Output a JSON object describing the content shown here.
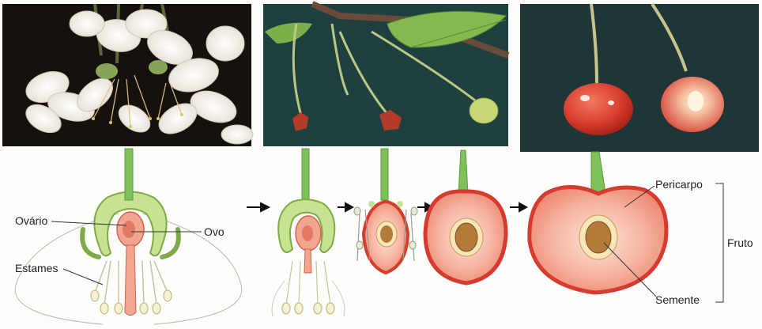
{
  "labels": {
    "ovario": "Ovário",
    "ovo": "Ovo",
    "estames": "Estames",
    "pericarpo": "Pericarpo",
    "semente": "Semente",
    "fruto": "Fruto"
  },
  "colors": {
    "photo_bg_dark": "#1a1410",
    "photo_bg_teal": "#213e3f",
    "stem_green": "#7ec05a",
    "flower_green": "#c7e391",
    "ovary_pink": "#f2a68f",
    "fruit_red": "#e2453a",
    "fruit_flesh": "#f7b9a6",
    "seed_brown": "#b47a3a",
    "background": "#fdfdfb"
  }
}
